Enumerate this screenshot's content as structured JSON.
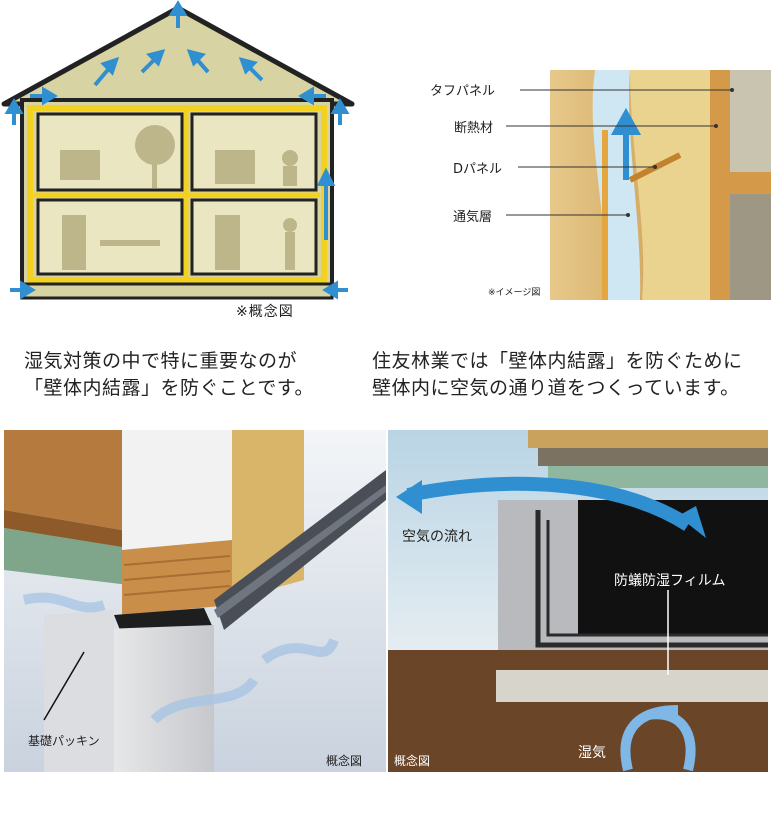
{
  "house_diagram": {
    "note": "※概念図"
  },
  "wall_diagram": {
    "labels": [
      "タフパネル",
      "断熱材",
      "Dパネル",
      "通気層"
    ],
    "image_note": "※イメージ図"
  },
  "captions": {
    "left": [
      "湿気対策の中で特に重要なのが",
      "「壁体内結露」を防ぐことです。"
    ],
    "right": [
      "住友林業では「壁体内結露」を防ぐために",
      "壁体内に空気の通り道をつくっています。"
    ]
  },
  "foundation_diagram": {
    "label": "基礎パッキン",
    "note": "概念図"
  },
  "film_diagram": {
    "airflow_label": "空気の流れ",
    "film_label": "防蟻防湿フィルム",
    "moisture_label": "湿気",
    "note": "概念図"
  },
  "colors": {
    "house_fill": "#d8d3a2",
    "frame_yellow": "#f2d21f",
    "arrow_blue": "#2f8fd0",
    "wood": "#d9b56a",
    "insulation": "#cfe7f2",
    "soil": "#6b4528"
  }
}
